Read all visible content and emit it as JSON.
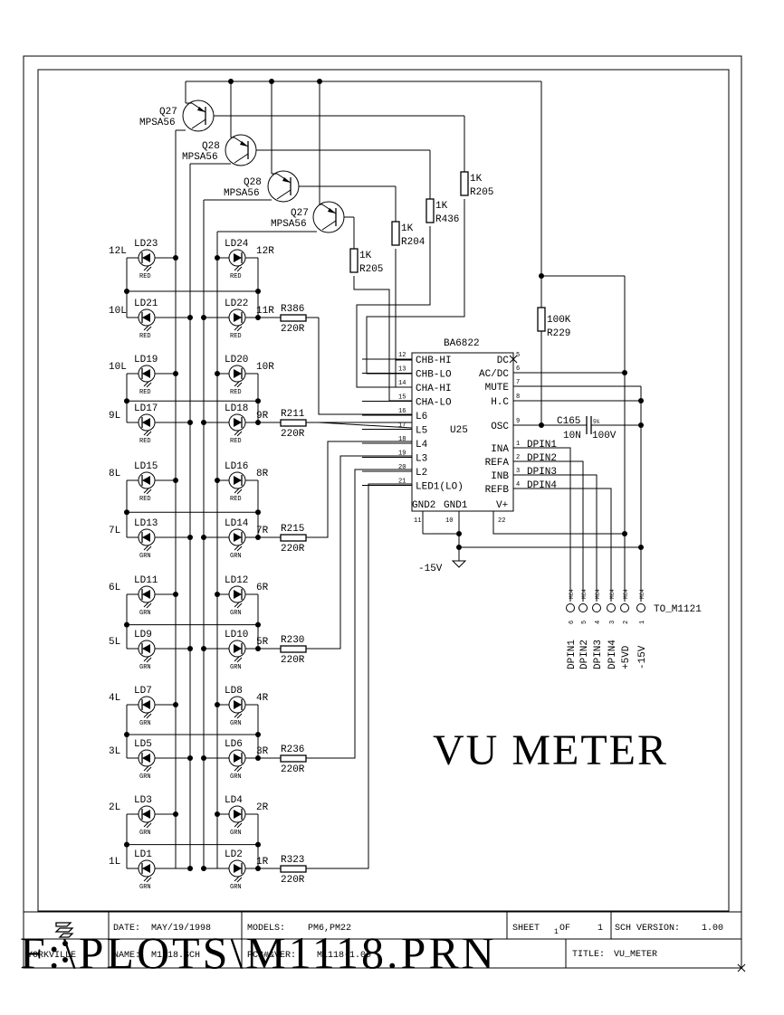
{
  "title_block": {
    "company": "YORKVILLE",
    "date_label": "DATE:",
    "date_value": "MAY/19/1998",
    "models_label": "MODELS:",
    "models_value": "PM6,PM22",
    "name_label": "NAME:",
    "name_value": "M1118.SCH",
    "pcb_label": "PCB#&VER:",
    "pcb_value": "M1118-1.00",
    "sheet_label": "SHEET",
    "sheet_num": "1",
    "of_label": "OF",
    "sheet_total": "1",
    "sch_version_label": "SCH VERSION:",
    "sch_version_value": "1.00",
    "title_label": "TITLE:",
    "title_value": "VU_METER"
  },
  "overlay_path": "F:\\PLOTS\\M1118.PRN",
  "heading": "VU METER",
  "transistors": [
    {
      "ref": "Q27",
      "part": "MPSA56"
    },
    {
      "ref": "Q28",
      "part": "MPSA56"
    },
    {
      "ref": "Q28",
      "part": "MPSA56"
    },
    {
      "ref": "Q27",
      "part": "MPSA56"
    }
  ],
  "base_resistors": [
    {
      "ref": "R205",
      "value": "1K"
    },
    {
      "ref": "R436",
      "value": "1K"
    },
    {
      "ref": "R204",
      "value": "1K"
    },
    {
      "ref": "R205",
      "value": "1K"
    }
  ],
  "pullup": {
    "ref": "R229",
    "value": "100K"
  },
  "capacitor": {
    "ref": "C165",
    "value": "10N",
    "voltage": "100V",
    "tol": "5%"
  },
  "ic": {
    "part": "BA6822",
    "ref": "U25",
    "left_pins": [
      {
        "num": "12",
        "name": "CHB-HI"
      },
      {
        "num": "13",
        "name": "CHB-LO"
      },
      {
        "num": "14",
        "name": "CHA-HI"
      },
      {
        "num": "15",
        "name": "CHA-LO"
      },
      {
        "num": "16",
        "name": "L6"
      },
      {
        "num": "17",
        "name": "L5"
      },
      {
        "num": "18",
        "name": "L4"
      },
      {
        "num": "19",
        "name": "L3"
      },
      {
        "num": "20",
        "name": "L2"
      },
      {
        "num": "21",
        "name": "LED1(LO)"
      }
    ],
    "right_pins": [
      {
        "num": "5",
        "name": "DC"
      },
      {
        "num": "6",
        "name": "AC/DC"
      },
      {
        "num": "7",
        "name": "MUTE"
      },
      {
        "num": "8",
        "name": "H.C"
      },
      {
        "num": "9",
        "name": "OSC"
      },
      {
        "num": "1",
        "name": "INA",
        "net": "DPIN1"
      },
      {
        "num": "2",
        "name": "REFA",
        "net": "DPIN2"
      },
      {
        "num": "3",
        "name": "INB",
        "net": "DPIN3"
      },
      {
        "num": "4",
        "name": "REFB",
        "net": "DPIN4"
      }
    ],
    "bottom_pins": [
      {
        "num": "11",
        "name": "GND2"
      },
      {
        "num": "10",
        "name": "GND1"
      },
      {
        "num": "22",
        "name": "V+"
      }
    ]
  },
  "supply_label": "-15V",
  "connector": {
    "name": "TO_M1121",
    "pin_type": "MC4",
    "pins": [
      {
        "num": "6",
        "net": "DPIN1"
      },
      {
        "num": "5",
        "net": "DPIN2"
      },
      {
        "num": "4",
        "net": "DPIN3"
      },
      {
        "num": "3",
        "net": "DPIN4"
      },
      {
        "num": "2",
        "net": "+5VD"
      },
      {
        "num": "1",
        "net": "-15V"
      }
    ]
  },
  "led_rows": [
    {
      "left": {
        "ref": "LD23",
        "net": "12L",
        "color": "RED"
      },
      "right": {
        "ref": "LD24",
        "net": "12R",
        "color": "RED"
      },
      "res": null
    },
    {
      "left": {
        "ref": "LD21",
        "net": "10L",
        "color": "RED"
      },
      "right": {
        "ref": "LD22",
        "net": "11R",
        "color": "RED"
      },
      "res": {
        "ref": "R386",
        "value": "220R"
      }
    },
    {
      "left": {
        "ref": "LD19",
        "net": "10L",
        "color": "RED"
      },
      "right": {
        "ref": "LD20",
        "net": "10R",
        "color": "RED"
      },
      "res": null
    },
    {
      "left": {
        "ref": "LD17",
        "net": "9L",
        "color": "RED"
      },
      "right": {
        "ref": "LD18",
        "net": "9R",
        "color": "RED"
      },
      "res": {
        "ref": "R211",
        "value": "220R"
      }
    },
    {
      "left": {
        "ref": "LD15",
        "net": "8L",
        "color": "RED"
      },
      "right": {
        "ref": "LD16",
        "net": "8R",
        "color": "RED"
      },
      "res": null
    },
    {
      "left": {
        "ref": "LD13",
        "net": "7L",
        "color": "GRN"
      },
      "right": {
        "ref": "LD14",
        "net": "7R",
        "color": "GRN"
      },
      "res": {
        "ref": "R215",
        "value": "220R"
      }
    },
    {
      "left": {
        "ref": "LD11",
        "net": "6L",
        "color": "GRN"
      },
      "right": {
        "ref": "LD12",
        "net": "6R",
        "color": "GRN"
      },
      "res": null
    },
    {
      "left": {
        "ref": "LD9",
        "net": "5L",
        "color": "GRN"
      },
      "right": {
        "ref": "LD10",
        "net": "5R",
        "color": "GRN"
      },
      "res": {
        "ref": "R230",
        "value": "220R"
      }
    },
    {
      "left": {
        "ref": "LD7",
        "net": "4L",
        "color": "GRN"
      },
      "right": {
        "ref": "LD8",
        "net": "4R",
        "color": "GRN"
      },
      "res": null
    },
    {
      "left": {
        "ref": "LD5",
        "net": "3L",
        "color": "GRN"
      },
      "right": {
        "ref": "LD6",
        "net": "3R",
        "color": "GRN"
      },
      "res": {
        "ref": "R236",
        "value": "220R"
      }
    },
    {
      "left": {
        "ref": "LD3",
        "net": "2L",
        "color": "GRN"
      },
      "right": {
        "ref": "LD4",
        "net": "2R",
        "color": "GRN"
      },
      "res": null
    },
    {
      "left": {
        "ref": "LD1",
        "net": "1L",
        "color": "GRN"
      },
      "right": {
        "ref": "LD2",
        "net": "1R",
        "color": "GRN"
      },
      "res": {
        "ref": "R323",
        "value": "220R"
      }
    }
  ]
}
